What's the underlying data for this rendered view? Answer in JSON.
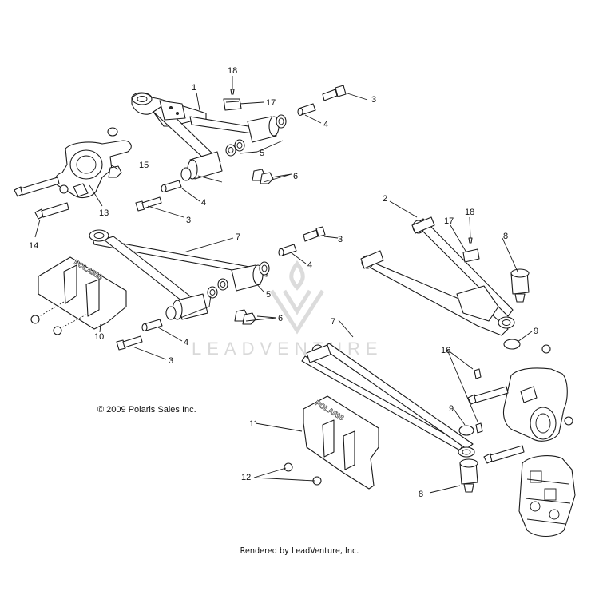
{
  "callouts": [
    {
      "id": "c1",
      "label": "1"
    },
    {
      "id": "c2",
      "label": "2"
    },
    {
      "id": "c3a",
      "label": "3"
    },
    {
      "id": "c3b",
      "label": "3"
    },
    {
      "id": "c3c",
      "label": "3"
    },
    {
      "id": "c3d",
      "label": "3"
    },
    {
      "id": "c4a",
      "label": "4"
    },
    {
      "id": "c4b",
      "label": "4"
    },
    {
      "id": "c4c",
      "label": "4"
    },
    {
      "id": "c4d",
      "label": "4"
    },
    {
      "id": "c5a",
      "label": "5"
    },
    {
      "id": "c5b",
      "label": "5"
    },
    {
      "id": "c6a",
      "label": "6"
    },
    {
      "id": "c6b",
      "label": "6"
    },
    {
      "id": "c7a",
      "label": "7"
    },
    {
      "id": "c7b",
      "label": "7"
    },
    {
      "id": "c8a",
      "label": "8"
    },
    {
      "id": "c8b",
      "label": "8"
    },
    {
      "id": "c9a",
      "label": "9"
    },
    {
      "id": "c9b",
      "label": "9"
    },
    {
      "id": "c10",
      "label": "10"
    },
    {
      "id": "c11",
      "label": "11"
    },
    {
      "id": "c12",
      "label": "12"
    },
    {
      "id": "c13",
      "label": "13"
    },
    {
      "id": "c14",
      "label": "14"
    },
    {
      "id": "c15",
      "label": "15"
    },
    {
      "id": "c16",
      "label": "16"
    },
    {
      "id": "c17a",
      "label": "17"
    },
    {
      "id": "c17b",
      "label": "17"
    },
    {
      "id": "c18a",
      "label": "18"
    },
    {
      "id": "c18b",
      "label": "18"
    }
  ],
  "guard_brand": "POLARIS",
  "copyright": "© 2009 Polaris Sales Inc.",
  "render_note": "Rendered by LeadVenture, Inc.",
  "watermark": "LEADVENTURE",
  "colors": {
    "line": "#1a1a1a",
    "background": "#ffffff",
    "watermark": "#d9d9d9"
  }
}
